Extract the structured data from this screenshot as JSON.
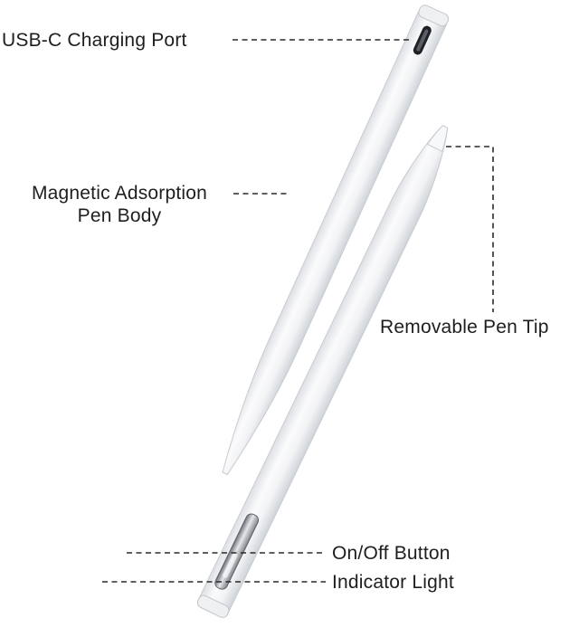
{
  "callouts": {
    "usb_port": "USB-C Charging Port",
    "pen_body_line1": "Magnetic Adsorption",
    "pen_body_line2": "Pen Body",
    "pen_tip": "Removable Pen Tip",
    "on_off": "On/Off Button",
    "indicator": "Indicator Light"
  },
  "colors": {
    "pen_white": "#f4f5f7",
    "pen_shade": "#d9dde2",
    "metal": "#8c9096",
    "text": "#1e1e1e"
  }
}
